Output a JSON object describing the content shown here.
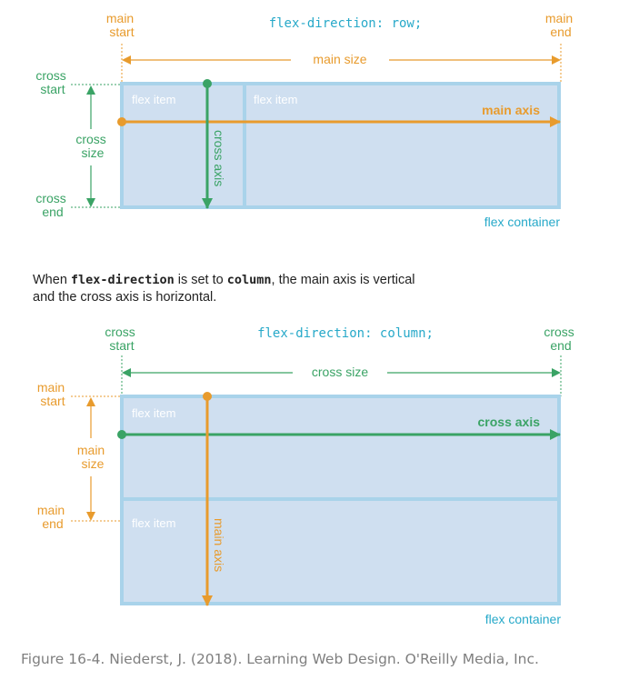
{
  "colors": {
    "orange": "#e89b2d",
    "green": "#3aa365",
    "blue_text": "#27a9c9",
    "box_fill": "#cfdff0",
    "box_border": "#a9d3ea"
  },
  "row_diagram": {
    "code": "flex-direction: row;",
    "main_start": [
      "main",
      "start"
    ],
    "main_end": [
      "main",
      "end"
    ],
    "main_size": "main size",
    "cross_start": [
      "cross",
      "start"
    ],
    "cross_size": [
      "cross",
      "size"
    ],
    "cross_end": [
      "cross",
      "end"
    ],
    "item1": "flex item",
    "item2": "flex item",
    "main_axis": "main axis",
    "cross_axis": "cross axis",
    "container": "flex container"
  },
  "note": {
    "p1": "When ",
    "code1": "flex-direction",
    "p2": " is set to ",
    "code2": "column",
    "p3": ", the main axis is vertical",
    "line2": "and the cross axis is horizontal."
  },
  "column_diagram": {
    "code": "flex-direction: column;",
    "cross_start": [
      "cross",
      "start"
    ],
    "cross_end": [
      "cross",
      "end"
    ],
    "cross_size": "cross size",
    "main_start": [
      "main",
      "start"
    ],
    "main_size": [
      "main",
      "size"
    ],
    "main_end": [
      "main",
      "end"
    ],
    "item1": "flex item",
    "item2": "flex item",
    "cross_axis": "cross axis",
    "main_axis": "main axis",
    "container": "flex container"
  },
  "caption": "Figure 16-4. Niederst, J. (2018). Learning Web Design. O'Reilly Media, Inc."
}
